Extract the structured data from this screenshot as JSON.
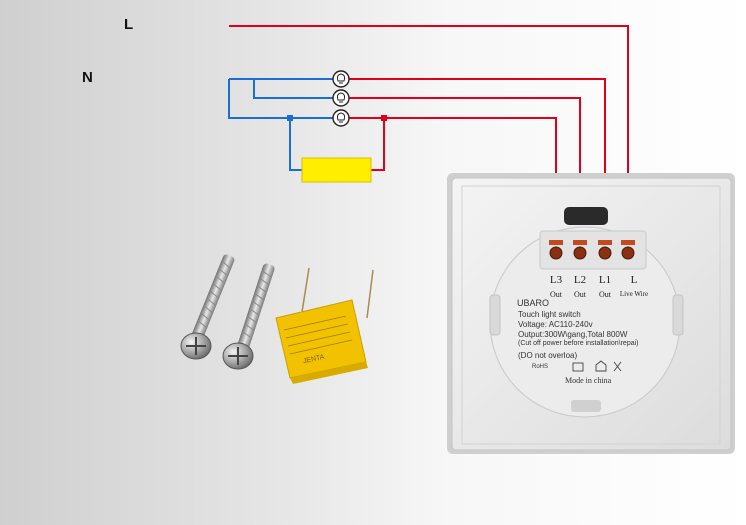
{
  "labels": {
    "line": "L",
    "neutral": "N"
  },
  "terminals": [
    {
      "name": "L3",
      "sub": "Out"
    },
    {
      "name": "L2",
      "sub": "Out"
    },
    {
      "name": "L1",
      "sub": "Out"
    },
    {
      "name": "L",
      "sub": "Live Wire"
    }
  ],
  "switch_label": {
    "brand": "UBARO",
    "line1": "Touch light switch",
    "line2": "Voltage: AC110-240v",
    "line3": "Output:300W\\gang,Total 800W",
    "line4": "(Cut off power before installation\\repai)",
    "line5": "(DO not overloa)",
    "line6": "Mode in china",
    "rohs": "RoHS"
  },
  "capacitor_text": "JENTA",
  "colors": {
    "live": "#e0001a",
    "neutral": "#1a6fd6",
    "load": "#ffee00"
  }
}
